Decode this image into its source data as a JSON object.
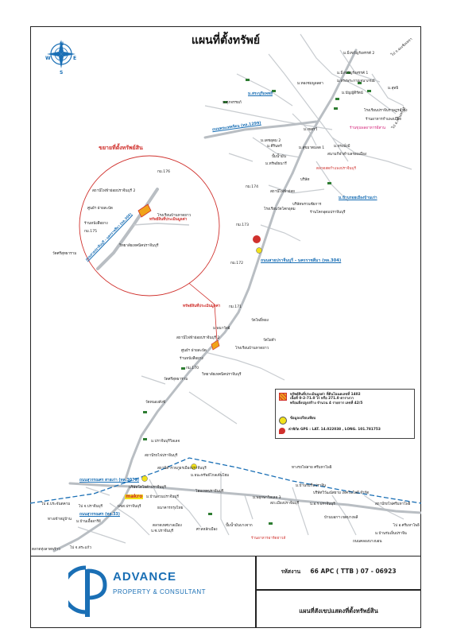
{
  "title": "แผนที่ตั้งทรัพย์",
  "inset": {
    "title": "ขยายที่ตั้งทรัพย์สิน"
  },
  "compass": {
    "letters": {
      "n": "N",
      "s": "S",
      "e": "E",
      "w": "W"
    }
  },
  "roads": {
    "rd12": "ถนนพระเทพรัตน (ทล.1299)",
    "rd304": "ถนนสายปราจีนบุรี - นครราชสีมา (ทล.304)",
    "rd304_inset": "ถนนสายปราจีนบุรี - นครราชสีมา (ทล.304)",
    "rd33": "ถนนสุวรรณศร สายเก่า (ทล.3079)",
    "rd33b": "ถนนสุวรรณศร (ทล.33)",
    "wangtakhian": "ทางรถไฟสาย ศรีมหาโพธิ"
  },
  "map_labels": {
    "l1": "ไป จ.ฉะเชิงเทรา",
    "l2": "ม.มิ่งขวัญรังสรรค์ 2",
    "l3": "ม.มิ่งขวัญรังสรรค์ 1",
    "l4": "ม.ทรงพระกาญจนาภรณ์",
    "l5": "ม.สุทธิ",
    "l6": "ม.ทองชมพูลลดา",
    "l7": "ม.บัญญัติรัตน์",
    "l8": "ม.ศุภจรรยภ์",
    "l9": "ม.สระบุรีแพทย์",
    "l10": "โรงเรียนปราจีนราษฎรอำรุง",
    "l11": "ร้านอาหารกำแพงเมือง",
    "l12": "ร้านขุนพลอาหารอีสาน",
    "l13": "ม.เขตรวี",
    "l14": "ม.เดชอุดม 2",
    "l15": "ม.สุขมาตมลด 1",
    "l16": "ม.คีรินทร์",
    "l17": "สนามกีฬาตำบลรอบเมือง",
    "l18": "ม.ทรงมั่งมี",
    "l19": "ปั๊มน้ำมัน",
    "l20": "ตลาดสดกำแพงปราจีนบุรี",
    "l21": "ม.ทรัพย์ธนารี",
    "l22": "ม.บ้านรอยเมืองบ้านเก่า",
    "l23": "บริษัทพรวนชัยการ",
    "l24": "โรงเรียนวัดโคกอุดม",
    "l25": "สถานีไฟฟ้าย่อย",
    "l26": "ร้านโคกอุดมปราจีนบุรี",
    "l27": "บริษัท",
    "l28": "สถานีไฟฟ้าย่อยปราจีนบุรี 2",
    "l29": "วัดไผ่ดำ",
    "l30": "ศูนย์ฯ ฝ่ายสะบัด",
    "l31": "โรงเรียนบ้านหาดยาว",
    "l32": "ร้านหนังสือยาง",
    "l33": "วิทยาลัยเทคนิคปราจีนบุรี",
    "l34": "วัดศรีสุทธาราม",
    "l35": "วัดหนองสังข์",
    "l36": "ม.ปราจีนบุรีวิลเลจ",
    "l37": "สถานีรถไฟปราจีนบุรี",
    "l38": "สถานีตำรวจภูธรเมืองปราจีนบุรี",
    "l39": "ม.ธนะทรัพย์โกลเด้นโฮม",
    "l40": "โฮมเทคปราจีนบุรี",
    "l41": "ม.พฤกษาวิลเลจ 3",
    "l42": "สภ.เมืองปราจีนบุรี",
    "l43": "บริษัทวิวัฒน์สยาม เทคโนโลยี จำกัด",
    "l44": "สถานีรถไฟศรีมหาโพธิ",
    "l45": "ไป จ.ปราจีนบุรี",
    "l46": "ไป อ.ศรีมหาโพธิ",
    "l47": "ไป อ.กบินทร์บุรี",
    "l48": "ไป จ.สระแก้ว",
    "l49": "บ.อ.ร.ปราจีนบุรี",
    "l50": "บขส.ปราจีนบุรี",
    "l51": "ตลาดเทศบาลเมือง",
    "l52": "ธนาคารกรุงไทย",
    "l53": "บ.ซ.ปราจีนบุรี",
    "l54": "ศาลหลักเมือง",
    "l55": "ปั๊มน้ำมันบางจาก",
    "l56": "ร้านอาหารอาร์ตฮาวส์",
    "l57": "ม.บ้านร่มเย็นปราจีน",
    "l58": "บ้านบอกฯ เขตบางพลี",
    "l59": "ถนนคลองบางบอน",
    "l60": "ทางเข้าหมู่บ้าน",
    "l61": "กม.174",
    "l62": "กม.173",
    "l63": "กม.172",
    "l64": "กม.171",
    "l65": "กม.170",
    "l66": "ม.พนาวัลย์",
    "l67": "บริษัทโตโยต้าปราจีนบุรี",
    "l68": "ม.บ้านสวนปราจีนบุรี",
    "l69": "ม.บ้านร่มรื่นปราจีน",
    "l70": "ตลาดทุ่งลาดพร้าว",
    "l71": "ทรัพย์สินที่ประเมินมูลค่า",
    "l72": "วัดโพธิ์ทอง",
    "l73": "ไป อ.ประจันตคาม",
    "l74": "makro",
    "l75": "ม.บ้านเอื้ออารีย์"
  },
  "inset_labels": {
    "i1": "สถานีไฟฟ้าย่อยปราจีนบุรี 2",
    "i2": "ศูนย์ฯ ฝ่ายสะบัด",
    "i3": "ร้านหนังสือยาง",
    "i4": "กม.176",
    "i5": "กม.175",
    "i6": "วัดศรีสุทธาราม",
    "i7": "โรงเรียนบ้านหาดยาว",
    "i8": "วิทยาลัยเทคนิคปราจีนบุรี",
    "i9": "ทรัพย์สินที่ประเมินมูลค่า"
  },
  "legend": {
    "r1a": "ทรัพย์สินที่ประเมินมูลค่า ที่ดินโฉนดเลขที่ 1402",
    "r1b": "เนื้อที่ 0-2-71.0 ไร่ หรือ 271.0 ตารางวา",
    "r1c": "พร้อมสิ่งปลูกสร้าง จำนวน 4 รายการ เลขที่ 42/5",
    "r2": "ข้อมูลเปรียบเทียบ",
    "r3a": "ค่าพิกัด GPS : LAT. 14.022038 , LONG. 101.781753"
  },
  "footer": {
    "brand": "ADVANCE",
    "subtitle": "PROPERTY & CONSULTANT",
    "ref_label": "รหัสงาน",
    "ref_code": "66 APC ( TTB ) 07 - 06923",
    "sheet_title": "แผนที่สังเขปแสดงที่ตั้งทรัพย์สิน"
  },
  "colors": {
    "road_blue": "#1a6fb5",
    "inset_red": "#d0312d",
    "subject_orange": "#f0a31a",
    "comparable_yellow": "#f2e21b",
    "rail_dash": "#1a6fb5"
  }
}
